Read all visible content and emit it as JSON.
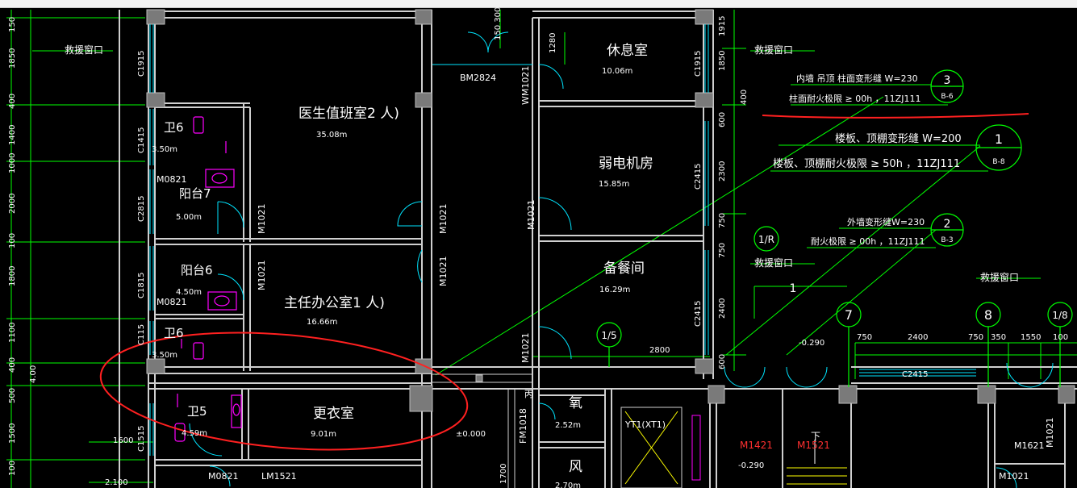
{
  "window": {
    "title": ""
  },
  "colors": {
    "background": "#000000",
    "wall": "#cfcfcf",
    "window": "#00e5ff",
    "door": "#00e5ff",
    "dimension": "#00ff00",
    "text": "#ffffff",
    "fixture": "#ff00ff",
    "annotation_circle": "#ff2020",
    "door_mark_red": "#ff3030",
    "stair": "#ffff00"
  },
  "left_dimensions": [
    "150",
    "1850",
    "400",
    "1400",
    "1000",
    "2000",
    "100",
    "1800",
    "1100",
    "400",
    "500",
    "1500",
    "100"
  ],
  "right_dimensions": [
    "1915",
    "1850",
    "400",
    "600",
    "2300",
    "750",
    "750",
    "2400",
    "600"
  ],
  "rooms": {
    "duty_room": {
      "name": "医生值班室2 人)",
      "area": "35.08m"
    },
    "lounge": {
      "name": "休息室",
      "area": "10.06m"
    },
    "weak_current": {
      "name": "弱电机房",
      "area": "15.85m"
    },
    "pantry": {
      "name": "备餐间",
      "area": "16.29m"
    },
    "director_office": {
      "name": "主任办公室1 人)",
      "area": "16.66m"
    },
    "locker_room": {
      "name": "更衣室",
      "area": "9.01m"
    },
    "balcony7": {
      "name": "阳台7",
      "area": "5.00m"
    },
    "balcony6": {
      "name": "阳台6",
      "area": "4.50m"
    },
    "wc6_top": {
      "name": "卫6",
      "area": "3.50m"
    },
    "wc6_bottom": {
      "name": "卫6",
      "area": "3.50m"
    },
    "wc5": {
      "name": "卫5",
      "area": "4.59m"
    },
    "oxygen": {
      "name": "氧",
      "area": "2.52m"
    },
    "wind": {
      "name": "风",
      "area": "2.70m"
    },
    "shaft": {
      "name": "YT1(XT1)"
    }
  },
  "labels": {
    "rescue_window": "救援窗口",
    "bm": "BM2824",
    "wm": "WM1021",
    "m1021": "M1021",
    "m0821": "M0821",
    "lm": "LM1521",
    "fm": "FM1018",
    "fm_bing": "丙",
    "m1421": "M1421",
    "m1521": "M1521",
    "m1621": "M1621",
    "c1915": "C1915",
    "c1415": "C1415",
    "c2815": "C2815",
    "c1815": "C1815",
    "c115": "C115",
    "c1515": "C1515",
    "c2415": "C2415",
    "dim_1600": "1600",
    "dim_2100": "2.100",
    "dim_1280": "1280",
    "dim_150_300": "150 300",
    "dim_2800": "2800",
    "dim_750": "750",
    "dim_2400": "2400",
    "dim_350": "350",
    "dim_1550": "1550",
    "dim_100": "100",
    "dim_1700": "1700",
    "level_zero": "±0.000",
    "level_neg_a": "-0.290",
    "level_neg_b": "-0.290",
    "down": "下",
    "dim_400": "4.00",
    "m1021_right": "M1021"
  },
  "callouts": {
    "c3": {
      "line1": "内墙 吊顶 柱面变形缝 W=230",
      "line2": "柱面耐火极限 ≥ 00h ，11ZJ111",
      "num": "3",
      "ref": "B-6"
    },
    "c1": {
      "line1": "楼板、顶棚变形缝 W=200",
      "line2": "楼板、顶棚耐火极限 ≥ 50h ，11ZJ111",
      "num": "1",
      "ref": "B-8"
    },
    "c2": {
      "line1": "外墙变形缝W=230",
      "line2": "耐火极限 ≥ 00h ，11ZJ111",
      "num": "2",
      "ref": "B-3"
    }
  },
  "axes": {
    "a_1R": "1/R",
    "a_1_5": "1/5",
    "a_7": "7",
    "a_8": "8",
    "a_1_8": "1/8",
    "a_1": "1"
  }
}
